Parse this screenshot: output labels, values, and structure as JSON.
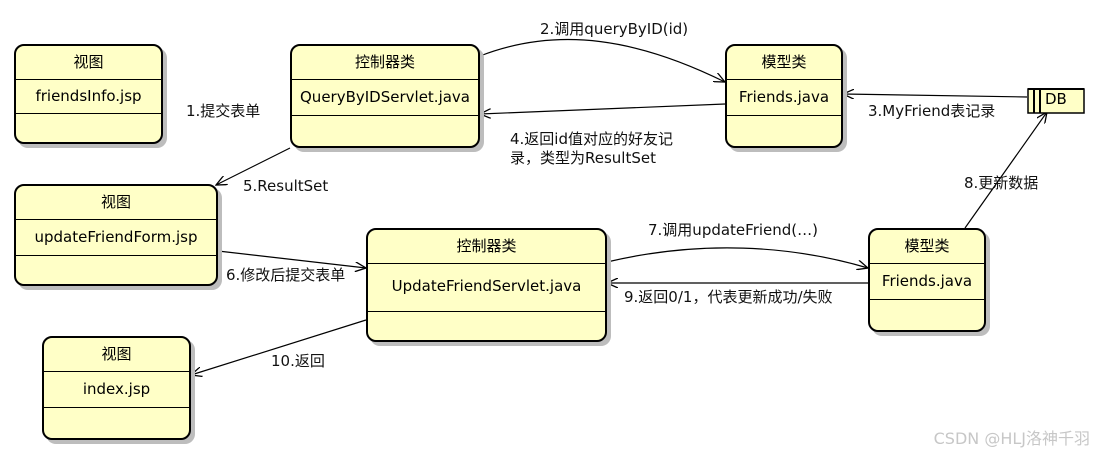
{
  "nodes": {
    "view1": {
      "stereotype": "视图",
      "name": "friendsInfo.jsp"
    },
    "ctrl1": {
      "stereotype": "控制器类",
      "name": "QueryByIDServlet.java"
    },
    "model1": {
      "stereotype": "模型类",
      "name": "Friends.java"
    },
    "db": {
      "name": "DB"
    },
    "view2": {
      "stereotype": "视图",
      "name": "updateFriendForm.jsp"
    },
    "ctrl2": {
      "stereotype": "控制器类",
      "name": "UpdateFriendServlet.java"
    },
    "model2": {
      "stereotype": "模型类",
      "name": "Friends.java"
    },
    "view3": {
      "stereotype": "视图",
      "name": "index.jsp"
    }
  },
  "edges": {
    "e1": "1.提交表单",
    "e2": "2.调用queryByID(id)",
    "e3": "3.MyFriend表记录",
    "e4": "4.返回id值对应的好友记录，类型为ResultSet",
    "e5": "5.ResultSet",
    "e6": "6.修改后提交表单",
    "e7": "7.调用updateFriend(…)",
    "e8": "8.更新数据",
    "e9": "9.返回0/1，代表更新成功/失败",
    "e10": "10.返回"
  },
  "watermark": "CSDN @HLJ洛神千羽"
}
